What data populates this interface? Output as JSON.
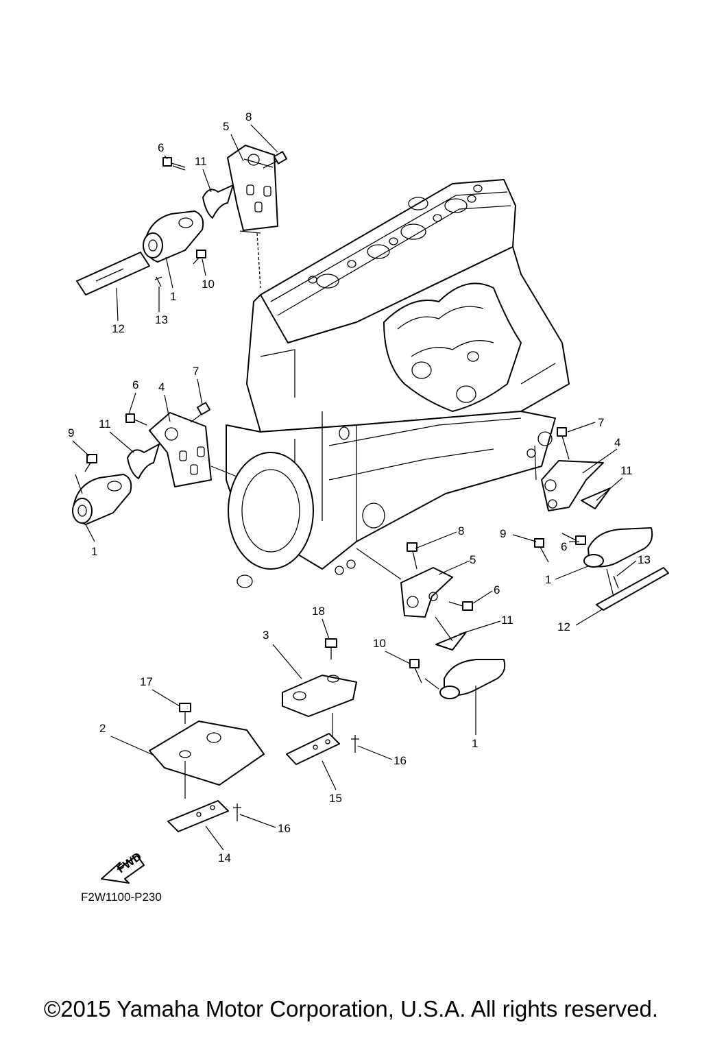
{
  "diagram": {
    "reference_code": "F2W1100-P230",
    "direction_label": "FWD",
    "copyright": "©2015 Yamaha Motor Corporation, U.S.A. All rights reserved.",
    "callouts": [
      "8",
      "5",
      "6",
      "11",
      "10",
      "1",
      "12",
      "13",
      "7",
      "6",
      "4",
      "9",
      "11",
      "1",
      "7",
      "4",
      "11",
      "9",
      "6",
      "1",
      "13",
      "8",
      "5",
      "6",
      "11",
      "12",
      "18",
      "3",
      "10",
      "1",
      "17",
      "2",
      "16",
      "15",
      "16",
      "14"
    ]
  }
}
